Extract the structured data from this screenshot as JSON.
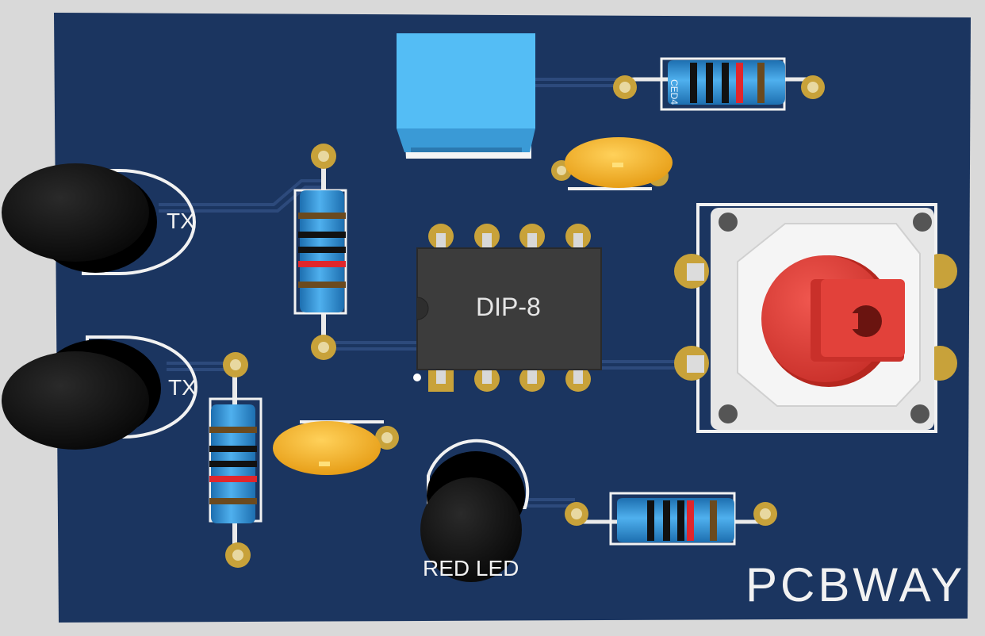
{
  "board": {
    "brand": "PCBWAY",
    "chip_label": "DIP-8",
    "tx_label_1": "TX",
    "tx_label_2": "TX",
    "led_label": "RED LED",
    "resistor_marking": "CED4"
  },
  "colors": {
    "background": "#d9d9d9",
    "board": "#1b3560",
    "trace": "#2d4a7c",
    "silkscreen": "#f2f2f2",
    "pad_gold": "#c8a23a",
    "resistor_body": "#2f8fd6",
    "capacitor": "#f2a81d",
    "chip": "#3c3c3c",
    "trimmer": "#e0e0e0",
    "knob": "#e2413a",
    "relay_box": "#4fb6f0",
    "led_black": "#0b0b0b"
  },
  "icons": [
    "ic-dip8",
    "resistor",
    "ceramic-capacitor",
    "trimmer-potentiometer",
    "ir-led",
    "film-capacitor"
  ]
}
